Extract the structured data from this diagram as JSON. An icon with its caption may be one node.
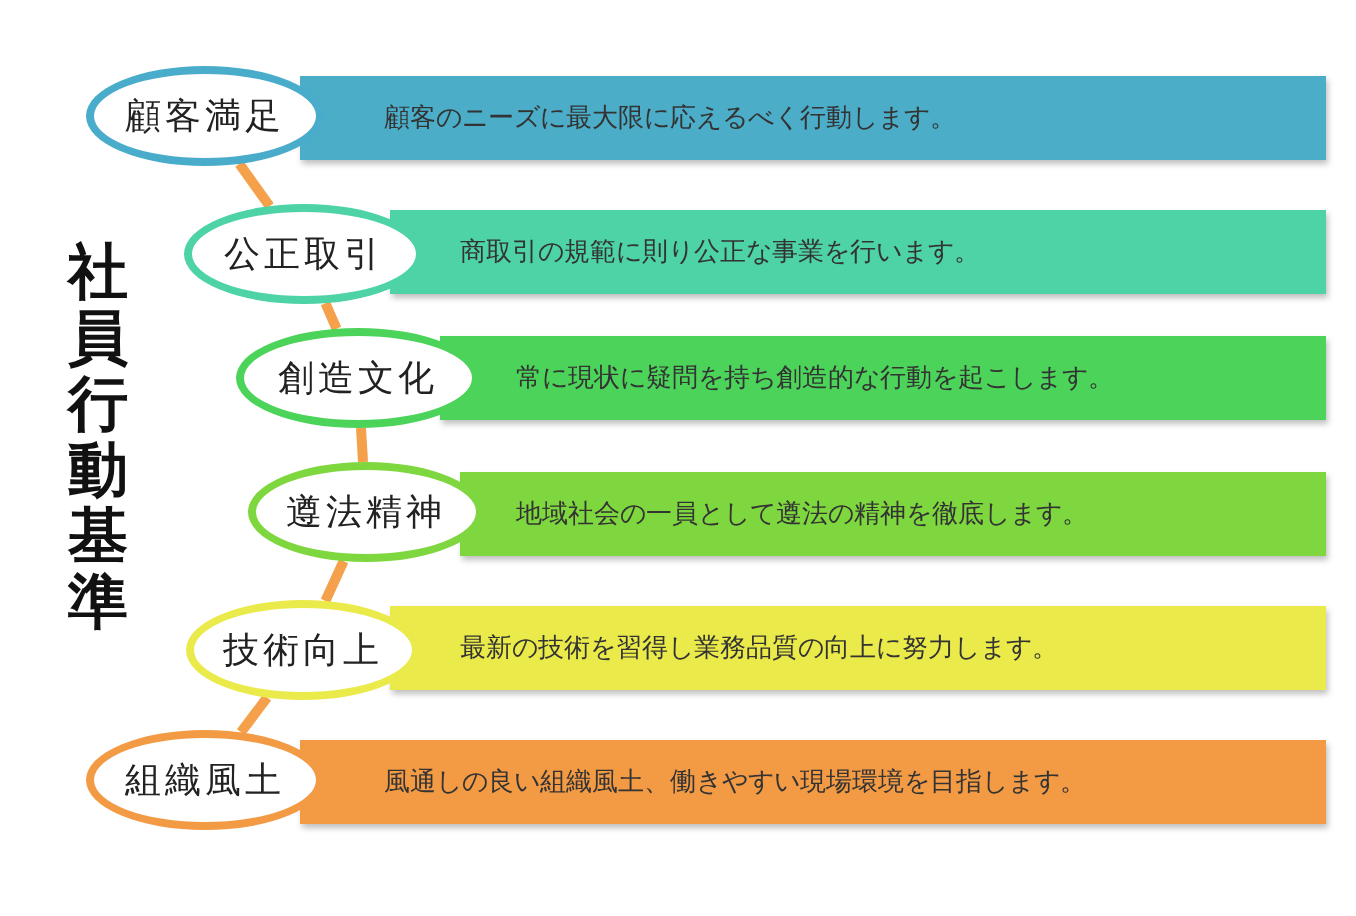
{
  "diagram": {
    "title": "社員行動基準",
    "nodes": [
      {
        "text": [
          "顧客満足"
        ]
      },
      {
        "text": [
          "顧客のニーズに最大限に応えるべく行動します。"
        ]
      },
      {
        "text": [
          "公正取引"
        ]
      },
      {
        "text": [
          "商取引の規範に則り公正な事業を行います。"
        ]
      },
      {
        "text": [
          "創造文化"
        ]
      },
      {
        "text": [
          "常に現状に疑問を持ち創造的な行動を起こします。"
        ]
      },
      {
        "text": [
          "遵法精神"
        ]
      },
      {
        "text": [
          "地域社会の一員として遵法の精神を徹底します。"
        ]
      },
      {
        "text": [
          "技術向上"
        ]
      },
      {
        "text": [
          "最新の技術を習得し業務品質の向上に努力します。"
        ]
      },
      {
        "text": [
          "組織風土"
        ]
      },
      {
        "text": [
          "風通しの良い組織風土、働きやすい現場環境を目指します。"
        ]
      }
    ],
    "edges": [
      {
        "from": 0,
        "to": 2,
        "arrow": "none"
      },
      {
        "from": 2,
        "to": 4,
        "arrow": "none"
      },
      {
        "from": 4,
        "to": 6,
        "arrow": "none"
      },
      {
        "from": 6,
        "to": 8,
        "arrow": "none"
      },
      {
        "from": 8,
        "to": 10,
        "arrow": "none"
      }
    ]
  }
}
